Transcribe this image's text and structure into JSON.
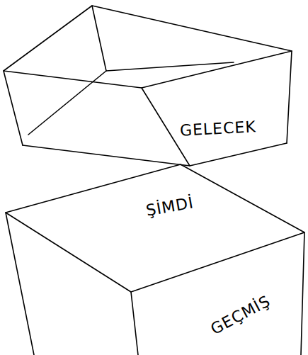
{
  "diagram": {
    "nodes": [
      {
        "text": [
          "GELECEK"
        ]
      },
      {
        "text": [
          "ŞİMDİ",
          "GEÇMİŞ"
        ]
      }
    ]
  }
}
